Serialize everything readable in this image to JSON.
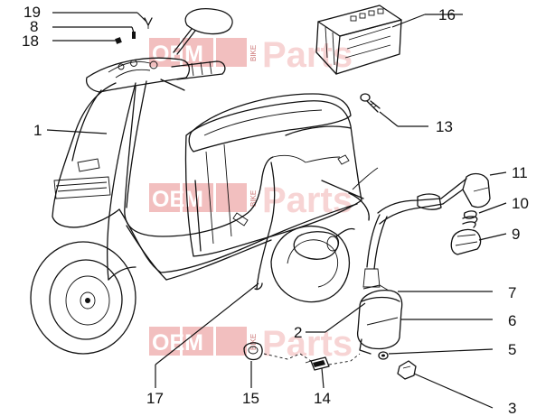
{
  "diagram": {
    "callouts": {
      "c1": "1",
      "c2": "2",
      "c3": "3",
      "c5": "5",
      "c6": "6",
      "c7": "7",
      "c8": "8",
      "c9": "9",
      "c10": "10",
      "c11": "11",
      "c13": "13",
      "c14": "14",
      "c15": "15",
      "c16": "16",
      "c17": "17",
      "c18": "18",
      "c19": "19"
    }
  },
  "watermark": {
    "brand_left": "OEM",
    "brand_side": "BIKE",
    "brand_right": "Parts"
  },
  "colors": {
    "ink": "#111111",
    "watermark": "#e88a8a"
  }
}
